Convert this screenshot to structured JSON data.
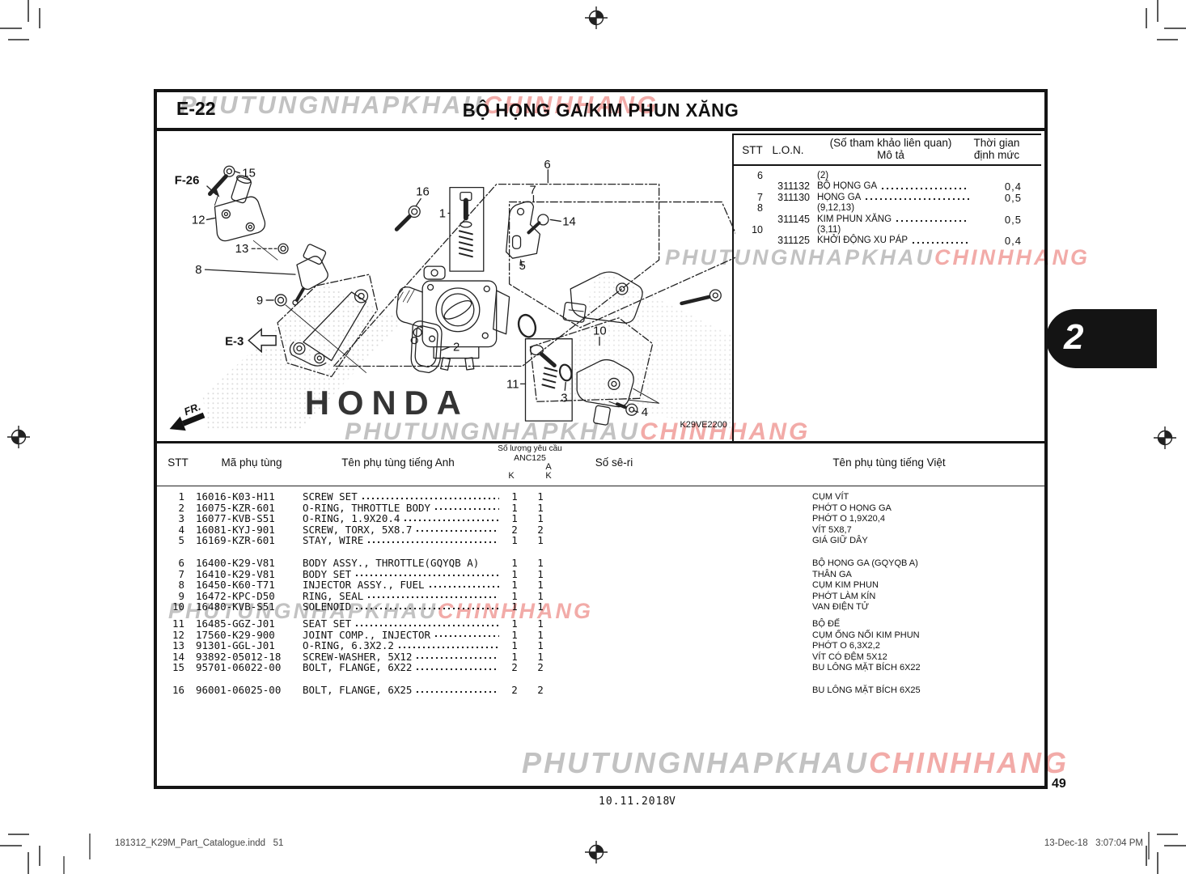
{
  "page": {
    "section_code": "E-22",
    "title": "BỘ HỌNG GA/KIM PHUN XĂNG",
    "page_number": "49",
    "revision_date": "10.11.2018",
    "revision_mark": "V",
    "tab_number": "2"
  },
  "watermark": {
    "gray_text": "PHUTUNGNHAPKHAU",
    "pink_text": "CHINHHANG",
    "gray_color": "#c2c2c2",
    "pink_color": "#f2aba8"
  },
  "reference_table": {
    "headers": {
      "stt": "STT",
      "lon": "L.O.N.",
      "desc_line1": "(Số tham khảo liên quan)",
      "desc_line2": "Mô tả",
      "time_line1": "Thời gian",
      "time_line2": "định mức"
    },
    "rows": [
      {
        "stt": "6",
        "lon": "",
        "desc": "(2)",
        "dots": false,
        "time": ""
      },
      {
        "stt": "",
        "lon": "311132",
        "desc": "BỘ HỌNG GA",
        "dots": true,
        "time": "0,4"
      },
      {
        "stt": "7",
        "lon": "311130",
        "desc": "HỌNG GA",
        "dots": true,
        "time": "0,5"
      },
      {
        "stt": "8",
        "lon": "",
        "desc": "(9,12,13)",
        "dots": false,
        "time": ""
      },
      {
        "stt": "",
        "lon": "311145",
        "desc": "KIM PHUN XĂNG",
        "dots": true,
        "time": "0,5"
      },
      {
        "stt": "10",
        "lon": "",
        "desc": "(3,11)",
        "dots": false,
        "time": ""
      },
      {
        "stt": "",
        "lon": "311125",
        "desc": "KHỞI ĐỘNG XU PÁP",
        "dots": true,
        "time": "0,4"
      }
    ]
  },
  "diagram": {
    "frame_ref": "F-26",
    "section_ref": "E-3",
    "front_label": "FR.",
    "brand_watermark": "HONDA",
    "code": "K29VE2200",
    "callouts": {
      "1": "1",
      "2": "2",
      "3": "3",
      "4": "4",
      "5": "5",
      "6": "6",
      "7": "7",
      "8": "8",
      "9": "9",
      "10": "10",
      "11": "11",
      "12": "12",
      "13": "13",
      "14": "14",
      "15": "15",
      "16": "16"
    }
  },
  "parts_table": {
    "headers": {
      "stt": "STT",
      "code": "Mã phụ tùng",
      "name_en": "Tên phụ tùng tiếng Anh",
      "qty_line1": "Số lượng yêu cầu",
      "qty_line2": "ANC125",
      "qty_line3": "A",
      "qty_k1": "K",
      "qty_k2": "K",
      "serial": "Số sê-ri",
      "name_vi": "Tên phụ tùng tiếng Việt"
    },
    "rows": [
      {
        "stt": "1",
        "code": "16016-K03-H11",
        "name_en": "SCREW SET",
        "qty_k": "1",
        "qty_a": "1",
        "serial": "",
        "name_vi": "CỤM VÍT"
      },
      {
        "stt": "2",
        "code": "16075-KZR-601",
        "name_en": "O-RING, THROTTLE BODY",
        "qty_k": "1",
        "qty_a": "1",
        "serial": "",
        "name_vi": "PHỚT O HỌNG GA"
      },
      {
        "stt": "3",
        "code": "16077-KVB-S51",
        "name_en": "O-RING, 1.9X20.4",
        "qty_k": "1",
        "qty_a": "1",
        "serial": "",
        "name_vi": "PHỚT O 1,9X20,4"
      },
      {
        "stt": "4",
        "code": "16081-KYJ-901",
        "name_en": "SCREW, TORX, 5X8.7",
        "qty_k": "2",
        "qty_a": "2",
        "serial": "",
        "name_vi": "VÍT 5X8,7"
      },
      {
        "stt": "5",
        "code": "16169-KZR-601",
        "name_en": "STAY, WIRE",
        "qty_k": "1",
        "qty_a": "1",
        "serial": "",
        "name_vi": "GIÁ GIỮ DÂY"
      },
      {
        "stt": "6",
        "code": "16400-K29-V81",
        "name_en": "BODY ASSY., THROTTLE(GQYQB A)",
        "qty_k": "1",
        "qty_a": "1",
        "serial": "",
        "name_vi": "BỘ HỌNG GA (GQYQB A)",
        "gap": 14,
        "no_dots": true
      },
      {
        "stt": "7",
        "code": "16410-K29-V81",
        "name_en": "BODY SET",
        "qty_k": "1",
        "qty_a": "1",
        "serial": "",
        "name_vi": "THÂN GA"
      },
      {
        "stt": "8",
        "code": "16450-K60-T71",
        "name_en": "INJECTOR ASSY., FUEL",
        "qty_k": "1",
        "qty_a": "1",
        "serial": "",
        "name_vi": "CỤM KIM PHUN"
      },
      {
        "stt": "9",
        "code": "16472-KPC-D50",
        "name_en": "RING, SEAL",
        "qty_k": "1",
        "qty_a": "1",
        "serial": "",
        "name_vi": "PHỚT LÀM KÍN"
      },
      {
        "stt": "10",
        "code": "16480-KVB-S51",
        "name_en": "SOLENOID",
        "qty_k": "1",
        "qty_a": "1",
        "serial": "",
        "name_vi": "VAN ĐIỆN TỬ"
      },
      {
        "stt": "11",
        "code": "16485-GGZ-J01",
        "name_en": "SEAT SET",
        "qty_k": "1",
        "qty_a": "1",
        "serial": "",
        "name_vi": "BỘ ĐẾ",
        "gap": 7
      },
      {
        "stt": "12",
        "code": "17560-K29-900",
        "name_en": "JOINT COMP., INJECTOR",
        "qty_k": "1",
        "qty_a": "1",
        "serial": "",
        "name_vi": "CỤM ỐNG NỐI KIM PHUN"
      },
      {
        "stt": "13",
        "code": "91301-GGL-J01",
        "name_en": "O-RING, 6.3X2.2",
        "qty_k": "1",
        "qty_a": "1",
        "serial": "",
        "name_vi": "PHỚT O 6,3X2,2"
      },
      {
        "stt": "14",
        "code": "93892-05012-18",
        "name_en": "SCREW-WASHER, 5X12",
        "qty_k": "1",
        "qty_a": "1",
        "serial": "",
        "name_vi": "VÍT CÓ ĐỆM 5X12"
      },
      {
        "stt": "15",
        "code": "95701-06022-00",
        "name_en": "BOLT, FLANGE, 6X22",
        "qty_k": "2",
        "qty_a": "2",
        "serial": "",
        "name_vi": "BU LÔNG MẶT BÍCH 6X22"
      },
      {
        "stt": "16",
        "code": "96001-06025-00",
        "name_en": "BOLT, FLANGE, 6X25",
        "qty_k": "2",
        "qty_a": "2",
        "serial": "",
        "name_vi": "BU LÔNG MẶT BÍCH 6X25",
        "gap": 14
      }
    ]
  },
  "footer": {
    "file_info": "181312_K29M_Part_Catalogue.indd   51",
    "print_datetime": "13-Dec-18   3:07:04 PM"
  }
}
